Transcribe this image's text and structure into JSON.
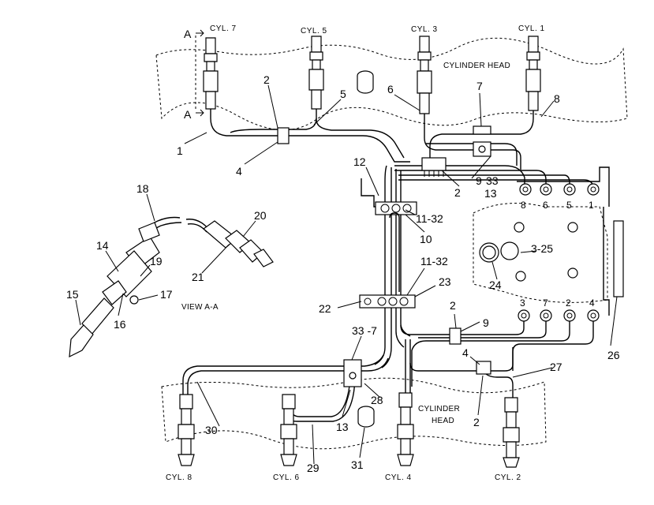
{
  "cylinder_labels": {
    "cyl7": "CYL. 7",
    "cyl5": "CYL. 5",
    "cyl3": "CYL. 3",
    "cyl1": "CYL. 1",
    "cyl8": "CYL. 8",
    "cyl6": "CYL. 6",
    "cyl4": "CYL. 4",
    "cyl2": "CYL. 2"
  },
  "head_labels": {
    "top": "CYLINDER HEAD",
    "bottom_line1": "CYLINDER",
    "bottom_line2": "HEAD"
  },
  "section_marks": {
    "a_top": "A",
    "a_bottom": "A",
    "view": "VIEW A-A"
  },
  "pump_ports": {
    "upper": [
      "8",
      "6",
      "5",
      "1"
    ],
    "lower": [
      "3",
      "7",
      "2",
      "4"
    ]
  },
  "callouts": {
    "c1": "1",
    "c2a": "2",
    "c2b": "2",
    "c2c": "2",
    "c2d": "2",
    "c4a": "4",
    "c4b": "4",
    "c5": "5",
    "c6": "6",
    "c7": "7",
    "c8": "8",
    "c9a": "9",
    "c9b": "9",
    "c10": "10",
    "c11_32a": "11-32",
    "c11_32b": "11-32",
    "c12": "12",
    "c13a": "13",
    "c13b": "13",
    "c14": "14",
    "c15": "15",
    "c16": "16",
    "c17": "17",
    "c18": "18",
    "c19": "19",
    "c20": "20",
    "c21": "21",
    "c22": "22",
    "c23": "23",
    "c24": "24",
    "c3_25": "3-25",
    "c26": "26",
    "c27": "27",
    "c28": "28",
    "c29": "29",
    "c30": "30",
    "c31": "31",
    "c33": "33",
    "c33_7": "33 -7"
  }
}
